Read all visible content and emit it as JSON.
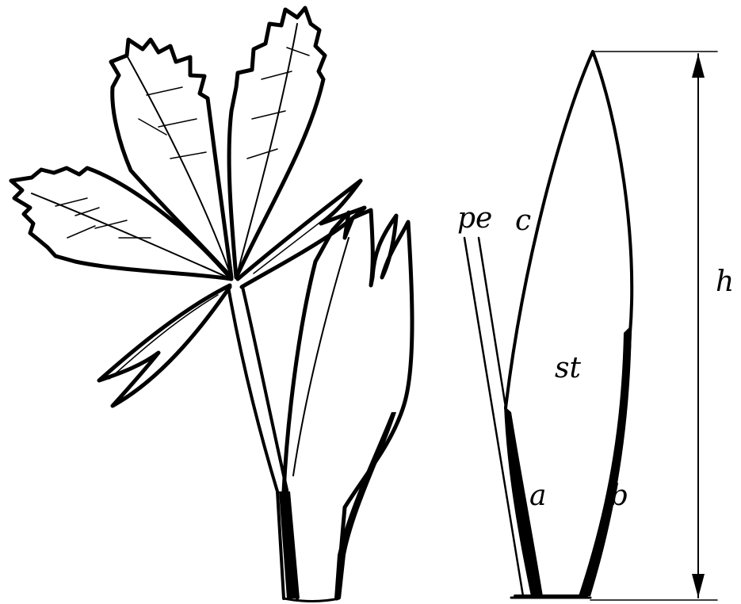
{
  "labels": {
    "pe": "pe",
    "c": "c",
    "st": "st",
    "a": "a",
    "b": "b",
    "h": "h"
  },
  "colors": {
    "ink": "#000000",
    "paper": "#ffffff"
  }
}
